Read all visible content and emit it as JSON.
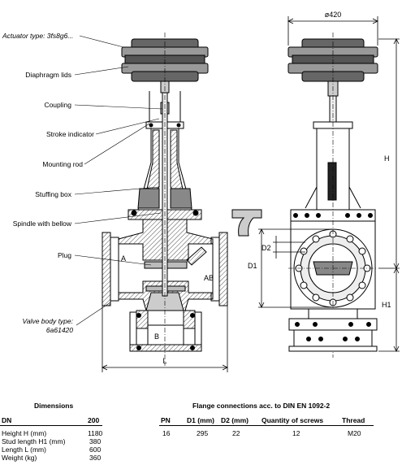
{
  "labels": {
    "actuator_type": "Actuator type: 3fs8g6...",
    "diaphragm_lids": "Diaphragm lids",
    "coupling": "Coupling",
    "stroke_indicator": "Stroke indicator",
    "mounting_rod": "Mounting rod",
    "stuffing_box": "Stuffing box",
    "spindle_with_bellow": "Spindle with bellow",
    "plug": "Plug",
    "valve_body_type_line1": "Valve body type:",
    "valve_body_type_line2": "6a61420",
    "port_a": "A",
    "port_ab": "AB",
    "port_b": "B"
  },
  "dimensions_on_drawing": {
    "diameter": "ø420",
    "h": "H",
    "h1": "H1",
    "l": "L",
    "d1": "D1",
    "d2": "D2"
  },
  "dimensions_table": {
    "title": "Dimensions",
    "col_dn": "DN",
    "col_size": "200",
    "rows": [
      {
        "label": "Height H (mm)",
        "value": "1180"
      },
      {
        "label": "Stud length H1 (mm)",
        "value": "380"
      },
      {
        "label": "Length L (mm)",
        "value": "600"
      },
      {
        "label": "Weight (kg)",
        "value": "360"
      }
    ]
  },
  "flange_table": {
    "title": "Flange connections acc. to DIN EN 1092-2",
    "headers": {
      "pn": "PN",
      "d1": "D1 (mm)",
      "d2": "D2 (mm)",
      "screws": "Quantity of screws",
      "thread": "Thread"
    },
    "row": {
      "pn": "16",
      "d1": "295",
      "d2": "22",
      "screws": "12",
      "thread": "M20"
    }
  }
}
